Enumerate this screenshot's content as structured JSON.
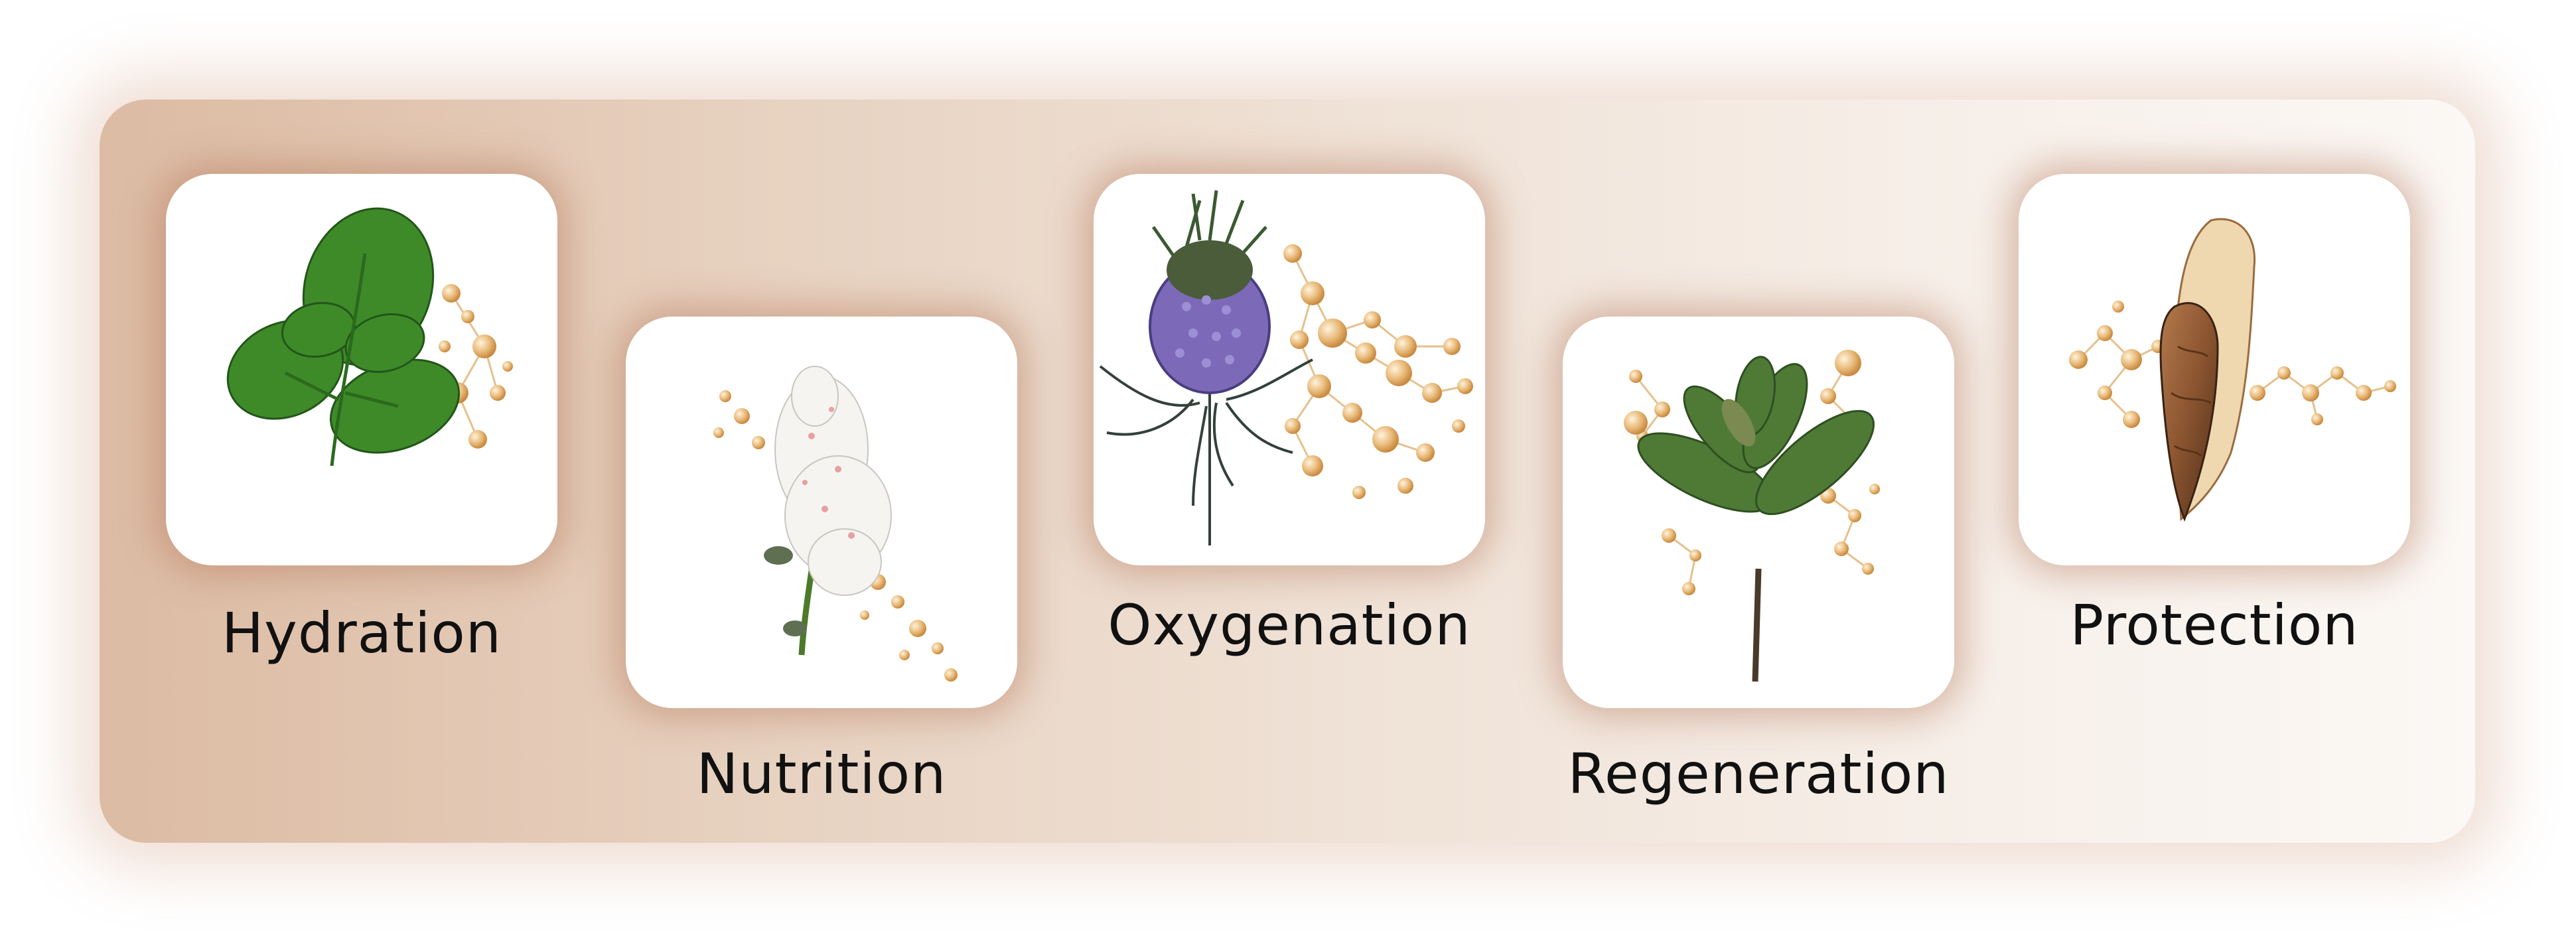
{
  "items": [
    {
      "label": "Hydration",
      "icon": "leaf-with-droplets-icon"
    },
    {
      "label": "Nutrition",
      "icon": "white-blossom-with-droplets-icon"
    },
    {
      "label": "Oxygenation",
      "icon": "teasel-flower-with-droplets-icon"
    },
    {
      "label": "Regeneration",
      "icon": "plant-sprig-with-droplets-icon"
    },
    {
      "label": "Protection",
      "icon": "root-with-droplets-icon"
    }
  ],
  "colors": {
    "panel_start": "#dcbba3",
    "panel_end": "#fbf8f5",
    "droplet": "#e8b978",
    "text": "#111111"
  }
}
